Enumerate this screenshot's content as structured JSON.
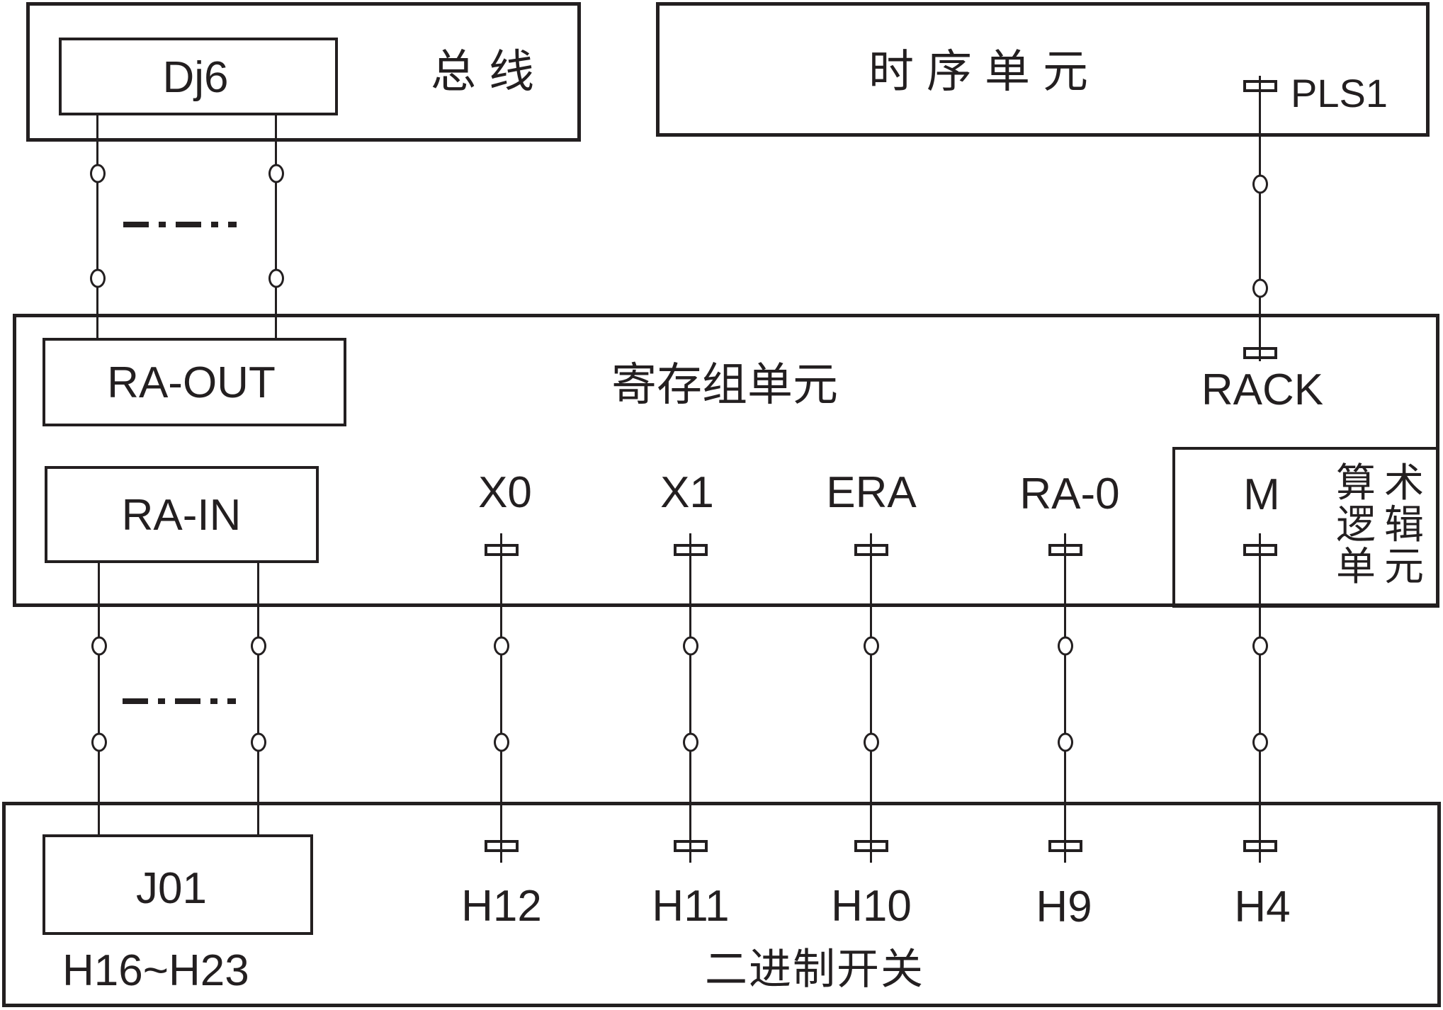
{
  "colors": {
    "ink": "#231f20",
    "background": "#ffffff"
  },
  "diagram": {
    "bus_unit": {
      "label": "总线",
      "chip": "Dj6"
    },
    "timing_unit": {
      "label": "时序单元",
      "pulse_signal": "PLS1"
    },
    "register_unit": {
      "label": "寄存组单元",
      "out_chip": "RA-OUT",
      "in_chip": "RA-IN",
      "rack_signal": "RACK",
      "signals": [
        "X0",
        "X1",
        "ERA",
        "RA-0"
      ]
    },
    "alu_unit": {
      "label_lines": [
        "算术",
        "逻辑",
        "单元"
      ],
      "signal": "M"
    },
    "switch_unit": {
      "label": "二进制开关",
      "relay_chip": "J01",
      "relay_range": "H16~H23",
      "switches": [
        "H12",
        "H11",
        "H10",
        "H9",
        "H4"
      ]
    }
  }
}
